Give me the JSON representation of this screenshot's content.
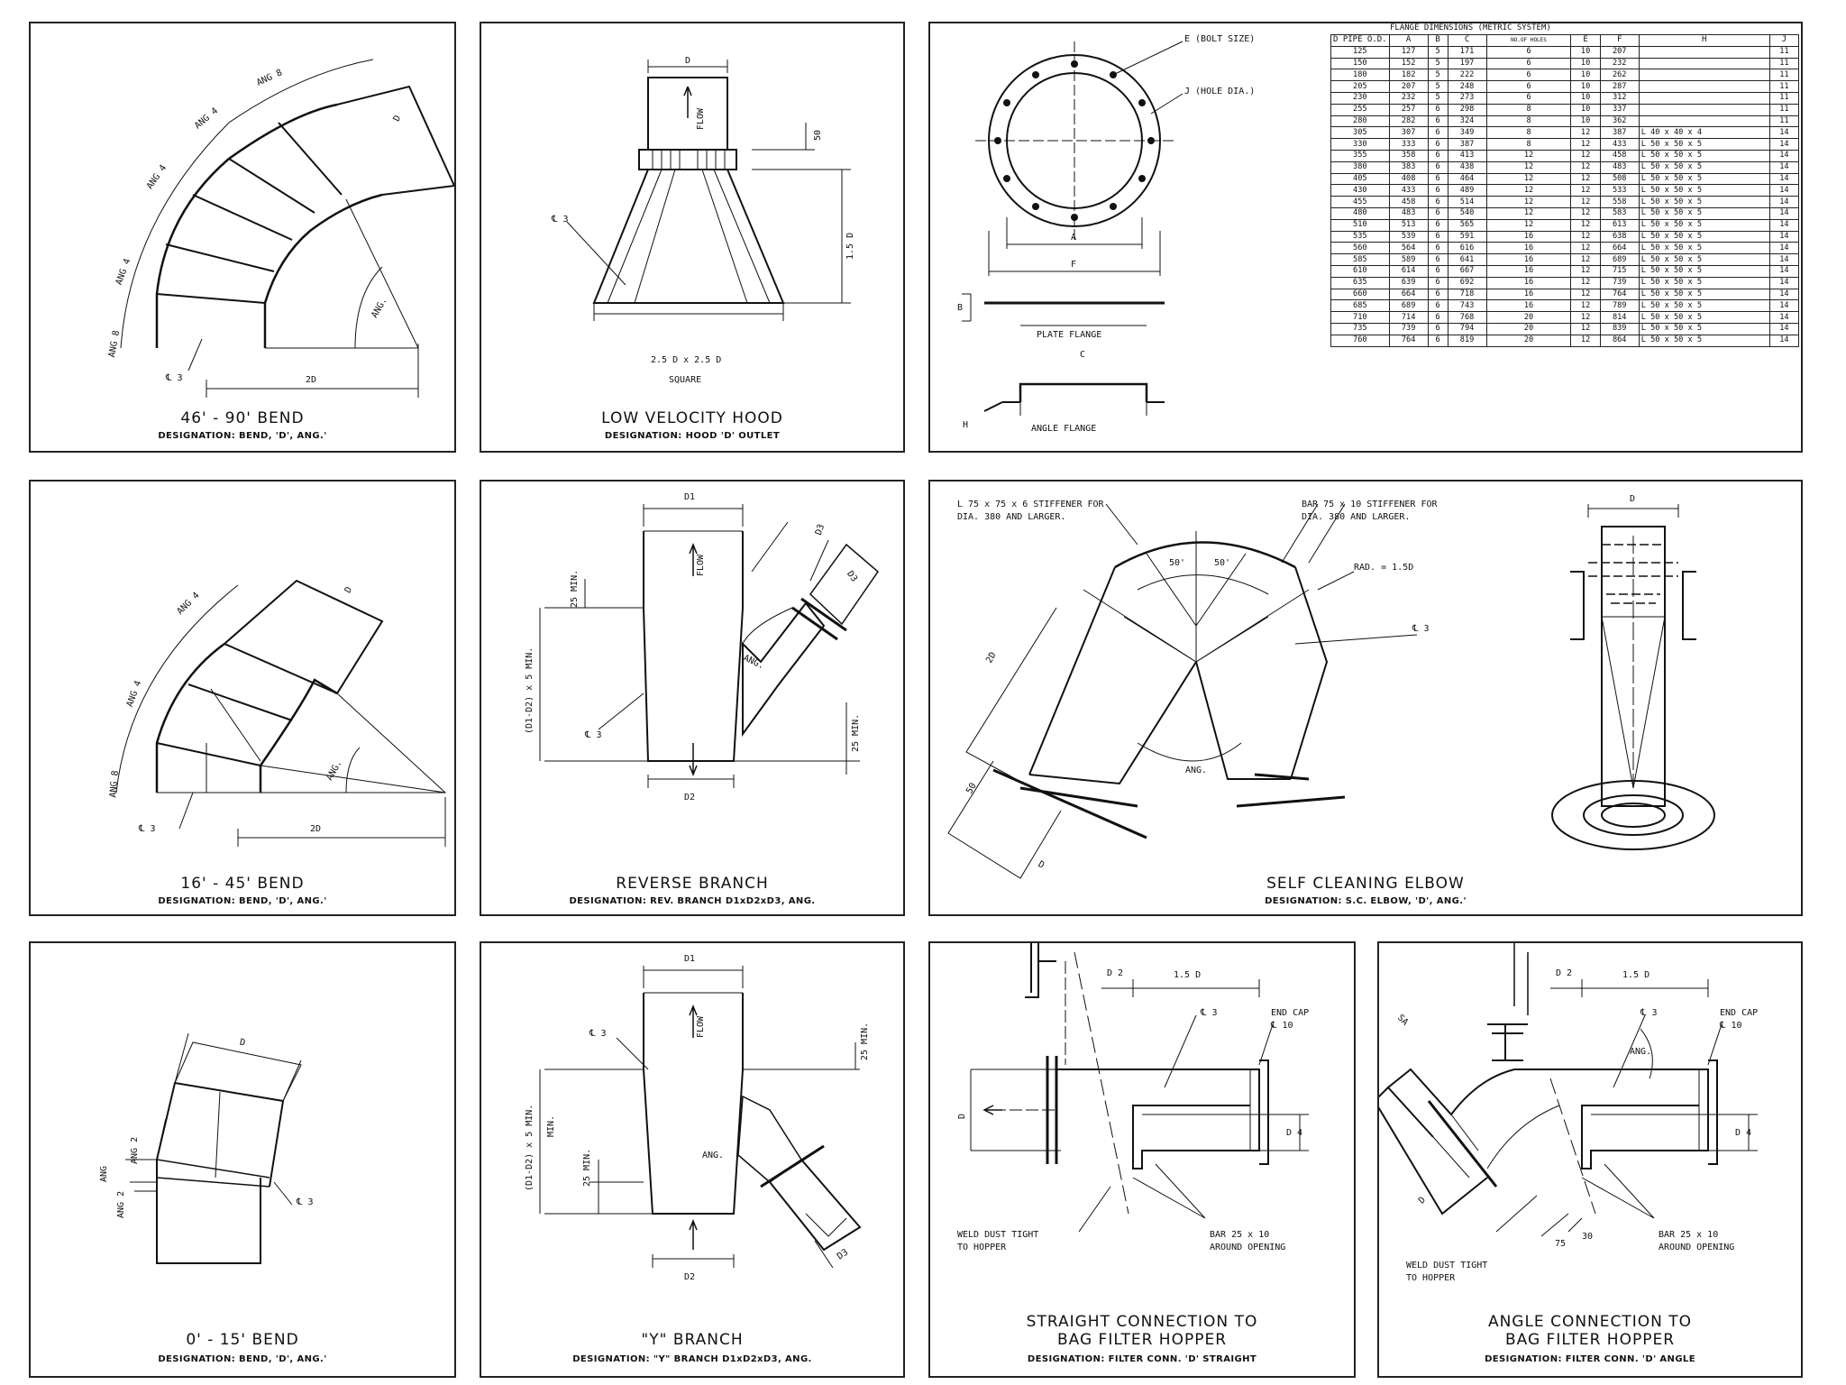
{
  "panels": {
    "bend90": {
      "title": "46' - 90' BEND",
      "designation": "DESIGNATION: BEND, 'D', ANG.'",
      "labels": {
        "d": "D",
        "ang": "ANG.",
        "two_d": "2D",
        "cl": "℄ 3",
        "s1": "ANG 8",
        "s2": "ANG 4",
        "s3": "ANG 4",
        "s4": "ANG 4",
        "s5": "ANG 8"
      }
    },
    "hood": {
      "title": "LOW VELOCITY HOOD",
      "designation": "DESIGNATION: HOOD 'D' OUTLET",
      "labels": {
        "d": "D",
        "flow": "FLOW",
        "fifty": "50",
        "one_five_d": "1.5 D",
        "cl": "℄ 3",
        "size": "2.5 D x 2.5 D",
        "square": "SQUARE"
      }
    },
    "flange": {
      "bolt": "E (BOLT SIZE)",
      "hole": "J (HOLE DIA.)",
      "a": "A",
      "f": "F",
      "b": "B",
      "plate": "PLATE FLANGE",
      "c": "C",
      "h": "H",
      "angle": "ANGLE FLANGE",
      "table": {
        "title": "FLANGE DIMENSIONS    (METRIC SYSTEM)",
        "headers": [
          "D PIPE O.D.",
          "A",
          "B",
          "C",
          "NO.OF HOLES",
          "E",
          "F",
          "H",
          "J"
        ],
        "rows": [
          [
            "125",
            "127",
            "5",
            "171",
            "6",
            "10",
            "207",
            "",
            "11"
          ],
          [
            "150",
            "152",
            "5",
            "197",
            "6",
            "10",
            "232",
            "",
            "11"
          ],
          [
            "180",
            "182",
            "5",
            "222",
            "6",
            "10",
            "262",
            "",
            "11"
          ],
          [
            "205",
            "207",
            "5",
            "248",
            "6",
            "10",
            "287",
            "",
            "11"
          ],
          [
            "230",
            "232",
            "5",
            "273",
            "6",
            "10",
            "312",
            "",
            "11"
          ],
          [
            "255",
            "257",
            "6",
            "298",
            "8",
            "10",
            "337",
            "",
            "11"
          ],
          [
            "280",
            "282",
            "6",
            "324",
            "8",
            "10",
            "362",
            "",
            "11"
          ],
          [
            "305",
            "307",
            "6",
            "349",
            "8",
            "12",
            "387",
            "L 40 x 40 x 4",
            "14"
          ],
          [
            "330",
            "333",
            "6",
            "387",
            "8",
            "12",
            "433",
            "L 50 x 50 x 5",
            "14"
          ],
          [
            "355",
            "358",
            "6",
            "413",
            "12",
            "12",
            "458",
            "L 50 x 50 x 5",
            "14"
          ],
          [
            "380",
            "383",
            "6",
            "438",
            "12",
            "12",
            "483",
            "L 50 x 50 x 5",
            "14"
          ],
          [
            "405",
            "408",
            "6",
            "464",
            "12",
            "12",
            "508",
            "L 50 x 50 x 5",
            "14"
          ],
          [
            "430",
            "433",
            "6",
            "489",
            "12",
            "12",
            "533",
            "L 50 x 50 x 5",
            "14"
          ],
          [
            "455",
            "458",
            "6",
            "514",
            "12",
            "12",
            "558",
            "L 50 x 50 x 5",
            "14"
          ],
          [
            "480",
            "483",
            "6",
            "540",
            "12",
            "12",
            "583",
            "L 50 x 50 x 5",
            "14"
          ],
          [
            "510",
            "513",
            "6",
            "565",
            "12",
            "12",
            "613",
            "L 50 x 50 x 5",
            "14"
          ],
          [
            "535",
            "539",
            "6",
            "591",
            "16",
            "12",
            "638",
            "L 50 x 50 x 5",
            "14"
          ],
          [
            "560",
            "564",
            "6",
            "616",
            "16",
            "12",
            "664",
            "L 50 x 50 x 5",
            "14"
          ],
          [
            "585",
            "589",
            "6",
            "641",
            "16",
            "12",
            "689",
            "L 50 x 50 x 5",
            "14"
          ],
          [
            "610",
            "614",
            "6",
            "667",
            "16",
            "12",
            "715",
            "L 50 x 50 x 5",
            "14"
          ],
          [
            "635",
            "639",
            "6",
            "692",
            "16",
            "12",
            "739",
            "L 50 x 50 x 5",
            "14"
          ],
          [
            "660",
            "664",
            "6",
            "718",
            "16",
            "12",
            "764",
            "L 50 x 50 x 5",
            "14"
          ],
          [
            "685",
            "689",
            "6",
            "743",
            "16",
            "12",
            "789",
            "L 50 x 50 x 5",
            "14"
          ],
          [
            "710",
            "714",
            "6",
            "768",
            "20",
            "12",
            "814",
            "L 50 x 50 x 5",
            "14"
          ],
          [
            "735",
            "739",
            "6",
            "794",
            "20",
            "12",
            "839",
            "L 50 x 50 x 5",
            "14"
          ],
          [
            "760",
            "764",
            "6",
            "819",
            "20",
            "12",
            "864",
            "L 50 x 50 x 5",
            "14"
          ]
        ]
      }
    },
    "bend45": {
      "title": "16' - 45' BEND",
      "designation": "DESIGNATION: BEND, 'D', ANG.'",
      "labels": {
        "d": "D",
        "ang": "ANG.",
        "two_d": "2D",
        "cl": "℄ 3",
        "s1": "ANG 8",
        "s2": "ANG 4",
        "s3": "ANG 4"
      }
    },
    "reverse": {
      "title": "REVERSE BRANCH",
      "designation": "DESIGNATION: REV. BRANCH D1xD2xD3, ANG.",
      "labels": {
        "d1": "D1",
        "d2": "D2",
        "d3": "D3",
        "flow": "FLOW",
        "min25a": "25 MIN.",
        "min25b": "25 MIN.",
        "side": "(D1-D2) x 5 MIN.",
        "ang": "ANG.",
        "cl": "℄ 3",
        "d3top": "D3"
      }
    },
    "selfclean": {
      "title": "SELF CLEANING ELBOW",
      "designation": "DESIGNATION: S.C. ELBOW, 'D', ANG.'",
      "labels": {
        "stiff1a": "L 75 x 75 x 6 STIFFENER FOR",
        "stiff1b": "DIA. 380 AND LARGER.",
        "stiff2a": "BAR 75 x 10 STIFFENER FOR",
        "stiff2b": "DIA. 380 AND LARGER.",
        "rad": "RAD. = 1.5D",
        "cl": "℄ 3",
        "fifty1": "50'",
        "fifty2": "50'",
        "ang": "ANG.",
        "two_d": "2D",
        "d": "D",
        "fifty": "50",
        "dtop": "D"
      }
    },
    "bend15": {
      "title": "0' - 15' BEND",
      "designation": "DESIGNATION: BEND, 'D', ANG.'",
      "labels": {
        "d": "D",
        "cl": "℄ 3",
        "a1": "ANG 2",
        "a2": "ANG",
        "a3": "ANG 2"
      }
    },
    "ybranch": {
      "title": "\"Y\" BRANCH",
      "designation": "DESIGNATION: \"Y\" BRANCH D1xD2xD3, ANG.",
      "labels": {
        "d1": "D1",
        "d2": "D2",
        "d3": "D3",
        "flow": "FLOW",
        "cl": "℄ 3",
        "min25": "25 MIN.",
        "min25b": "25 MIN.",
        "side": "(D1-D2) x 5 MIN.",
        "ang": "ANG."
      }
    },
    "straight": {
      "title1": "STRAIGHT CONNECTION TO",
      "title2": "BAG FILTER HOPPER",
      "designation": "DESIGNATION: FILTER CONN. 'D' STRAIGHT",
      "labels": {
        "d2": "D 2",
        "one_five": "1.5 D",
        "cl": "℄ 3",
        "cap1": "END CAP",
        "cap2": "℄ 10",
        "d": "D",
        "dq": "D 4",
        "weld1": "WELD DUST TIGHT",
        "weld2": "TO HOPPER",
        "bar1": "BAR 25 x 10",
        "bar2": "AROUND OPENING"
      }
    },
    "angle": {
      "title1": "ANGLE CONNECTION TO",
      "title2": "BAG FILTER HOPPER",
      "designation": "DESIGNATION: FILTER CONN. 'D' ANGLE",
      "labels": {
        "d2": "D 2",
        "one_five": "1.5 D",
        "cl": "℄ 3",
        "cap1": "END CAP",
        "cap2": "℄ 10",
        "ang": "ANG.",
        "d": "D",
        "dq": "D 4",
        "weld1": "WELD DUST TIGHT",
        "weld2": "TO HOPPER",
        "bar1": "BAR 25 x 10",
        "bar2": "AROUND OPENING",
        "s75": "75",
        "s30": "30",
        "sa": "SA"
      }
    }
  }
}
